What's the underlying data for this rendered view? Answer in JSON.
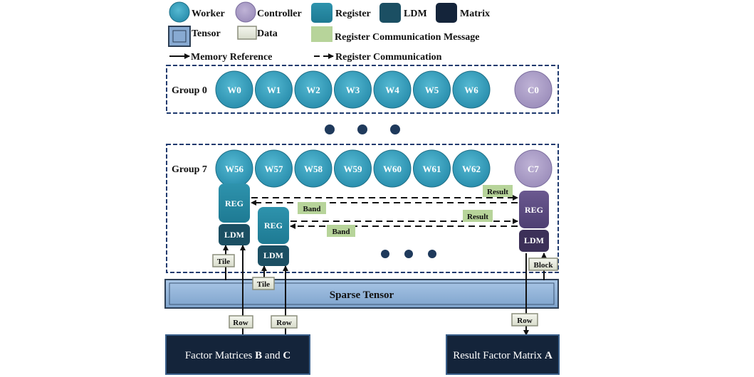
{
  "legend": {
    "worker": "Worker",
    "controller": "Controller",
    "register": "Register",
    "ldm": "LDM",
    "matrix": "Matrix",
    "tensor": "Tensor",
    "data": "Data",
    "reg_comm_msg": "Register Communication Message",
    "memory_reference": "Memory Reference",
    "register_communication": "Register Communication"
  },
  "group0": {
    "label": "Group 0",
    "workers": [
      "W0",
      "W1",
      "W2",
      "W3",
      "W4",
      "W5",
      "W6"
    ],
    "controller": "C0"
  },
  "group7": {
    "label": "Group 7",
    "workers": [
      "W56",
      "W57",
      "W58",
      "W59",
      "W60",
      "W61",
      "W62"
    ],
    "controller": "C7"
  },
  "blocks": {
    "reg": "REG",
    "ldm": "LDM",
    "sparse_tensor": "Sparse Tensor",
    "factor_b_c_prefix": "Factor Matrices ",
    "factor_b": "B",
    "factor_and": " and ",
    "factor_c": "C",
    "result_prefix": "Result Factor Matrix ",
    "result_a": "A"
  },
  "messages": {
    "result": "Result",
    "band": "Band"
  },
  "data_labels": {
    "tile": "Tile",
    "row": "Row",
    "block": "Block"
  },
  "colors": {
    "worker": "#2e9bb8",
    "controller": "#a99bc3",
    "register": "#23819a",
    "ldm": "#1b4f63",
    "matrix": "#14243a",
    "tensor": "#8fb2d8",
    "message": "#b7d49a",
    "group_border": "#1f3a6e"
  }
}
